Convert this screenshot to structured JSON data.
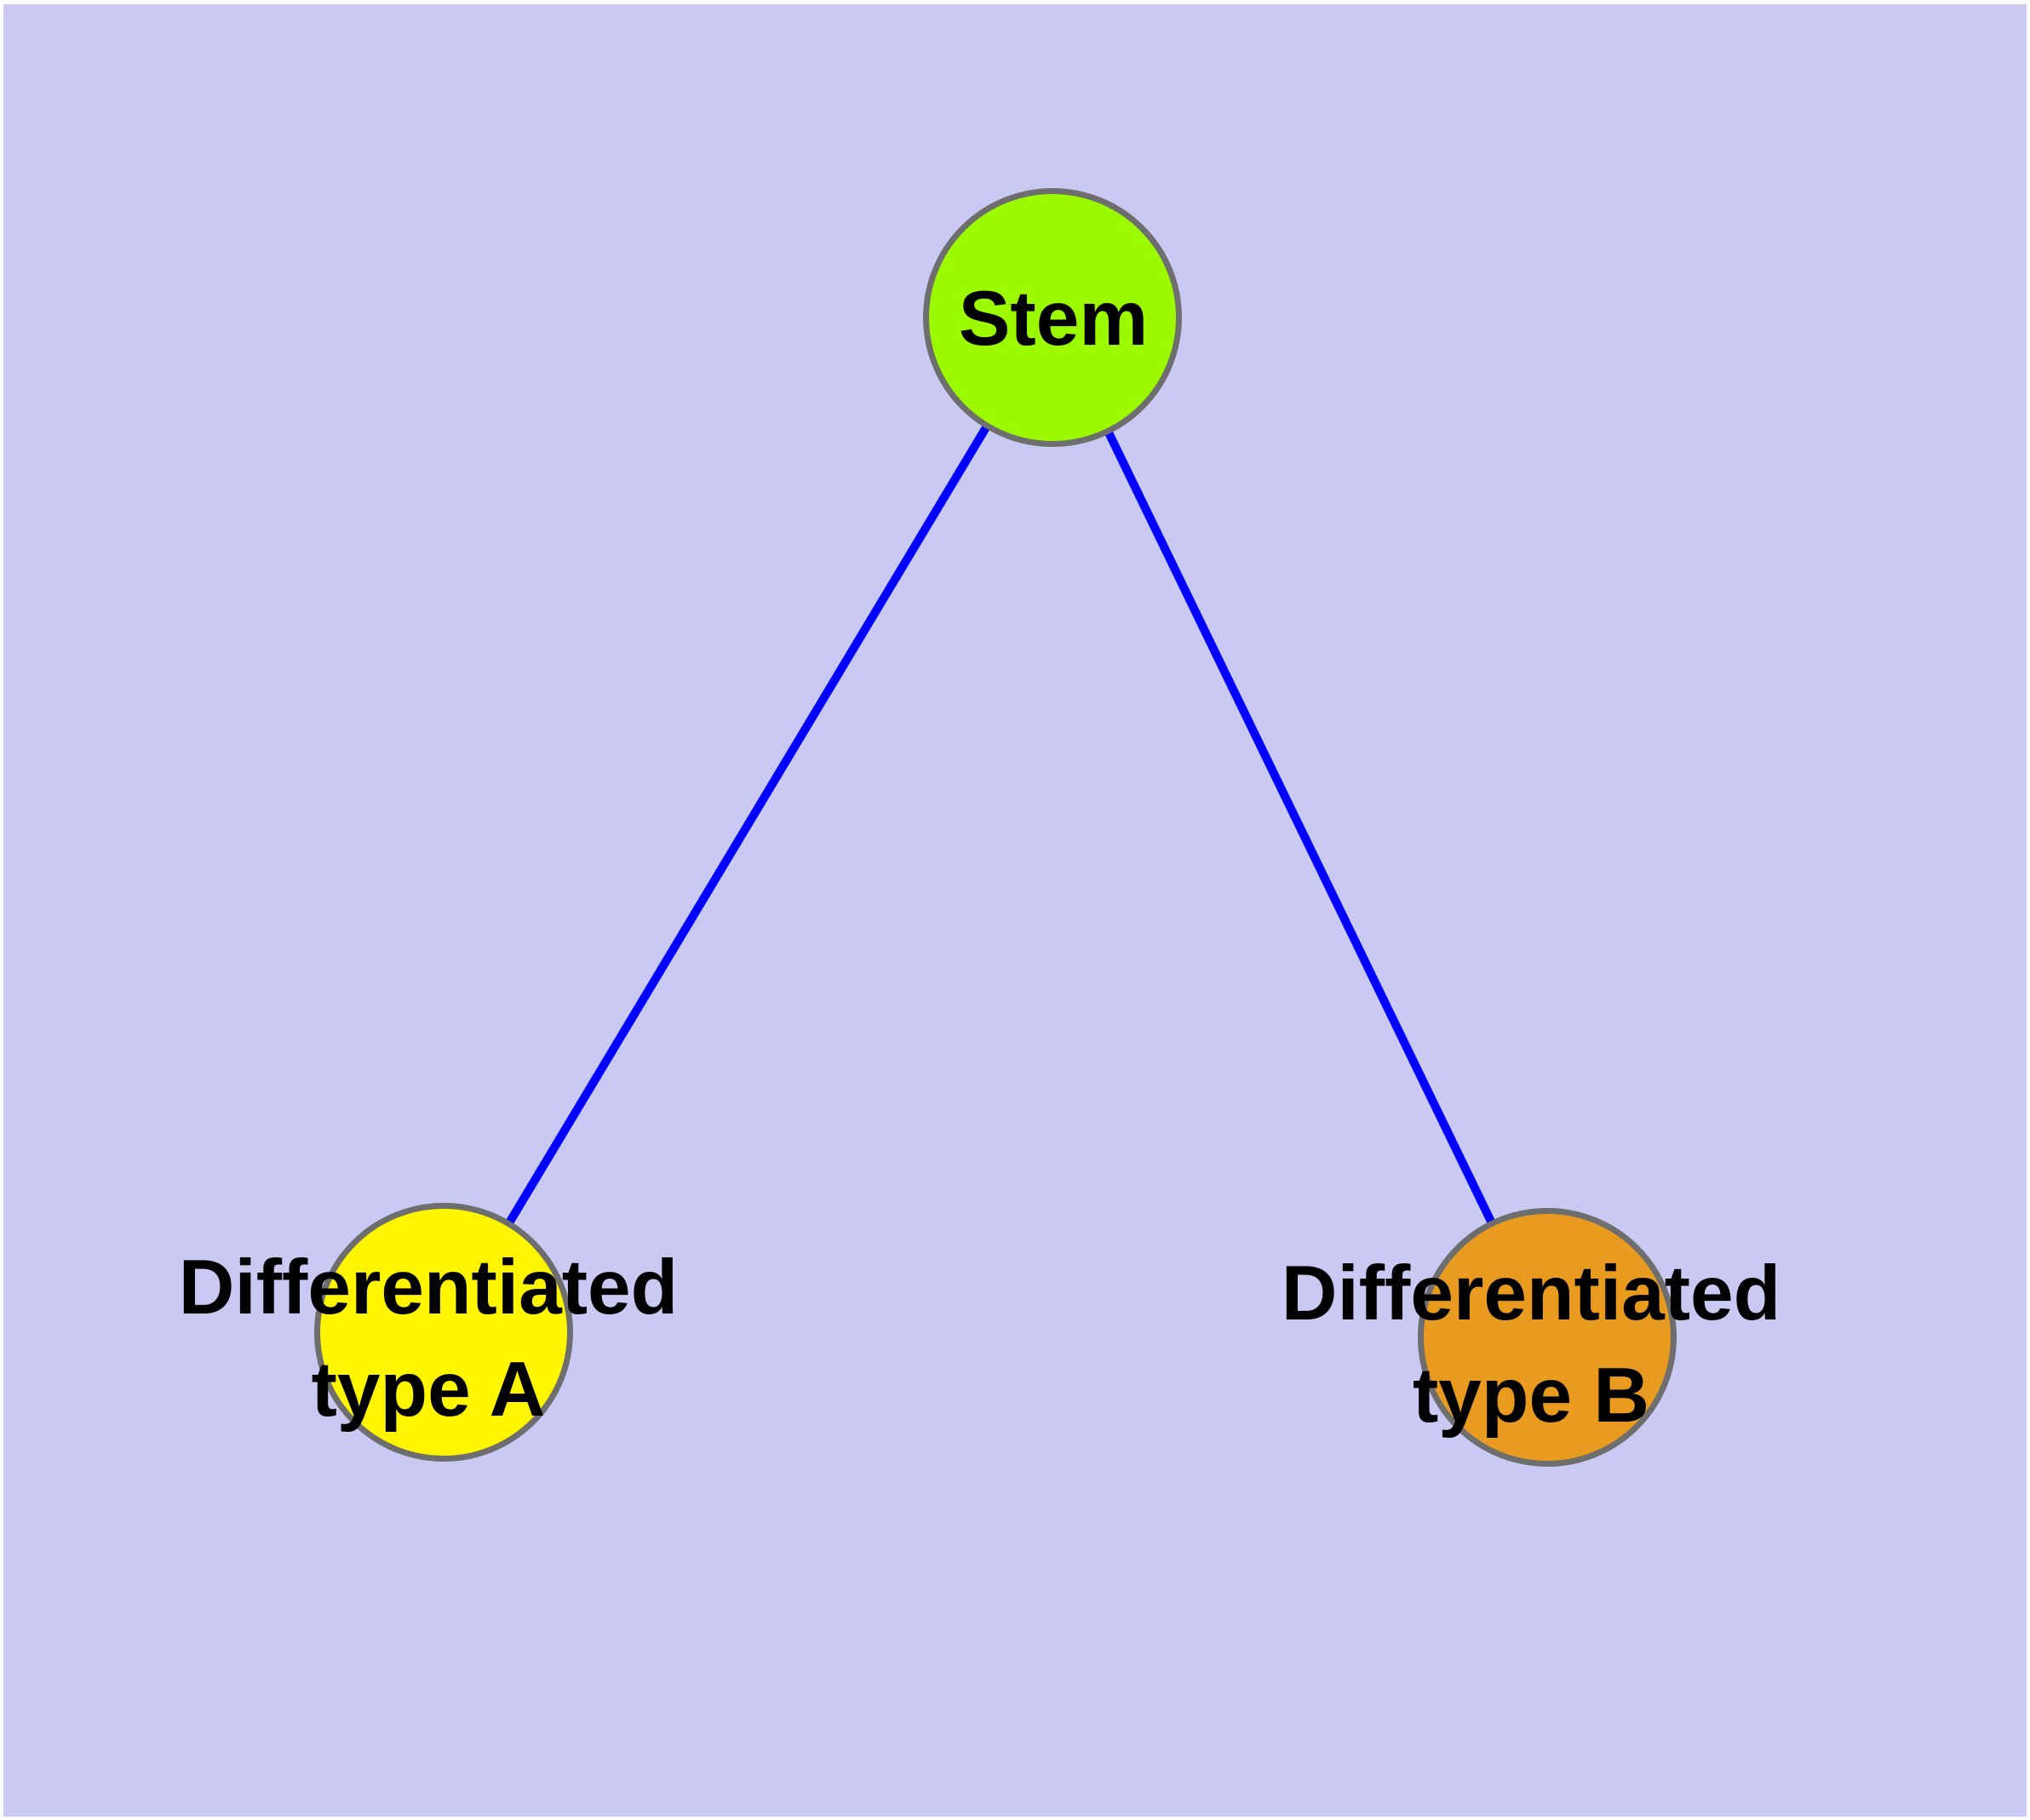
{
  "diagram": {
    "background_color": "#C9C9F4",
    "frame_color": "#FDFDFF",
    "edge_color": "#0000FF",
    "edge_width": 10,
    "node_border_color": "#6E6E6E",
    "label_color": "#000000",
    "nodes": {
      "stem": {
        "id": "stem",
        "label": "Stem",
        "label_line1": "Stem",
        "label_line2": "",
        "fill": "#9BFA00"
      },
      "type_a": {
        "id": "type_a",
        "label": "Differentiated type A",
        "label_line1": "Differentiated",
        "label_line2": "type A",
        "fill": "#FFF500"
      },
      "type_b": {
        "id": "type_b",
        "label": "Differentiated type B",
        "label_line1": "Differentiated",
        "label_line2": "type B",
        "fill": "#E89B1E"
      }
    },
    "edges": [
      {
        "from": "stem",
        "to": "type_a"
      },
      {
        "from": "stem",
        "to": "type_b"
      }
    ]
  }
}
